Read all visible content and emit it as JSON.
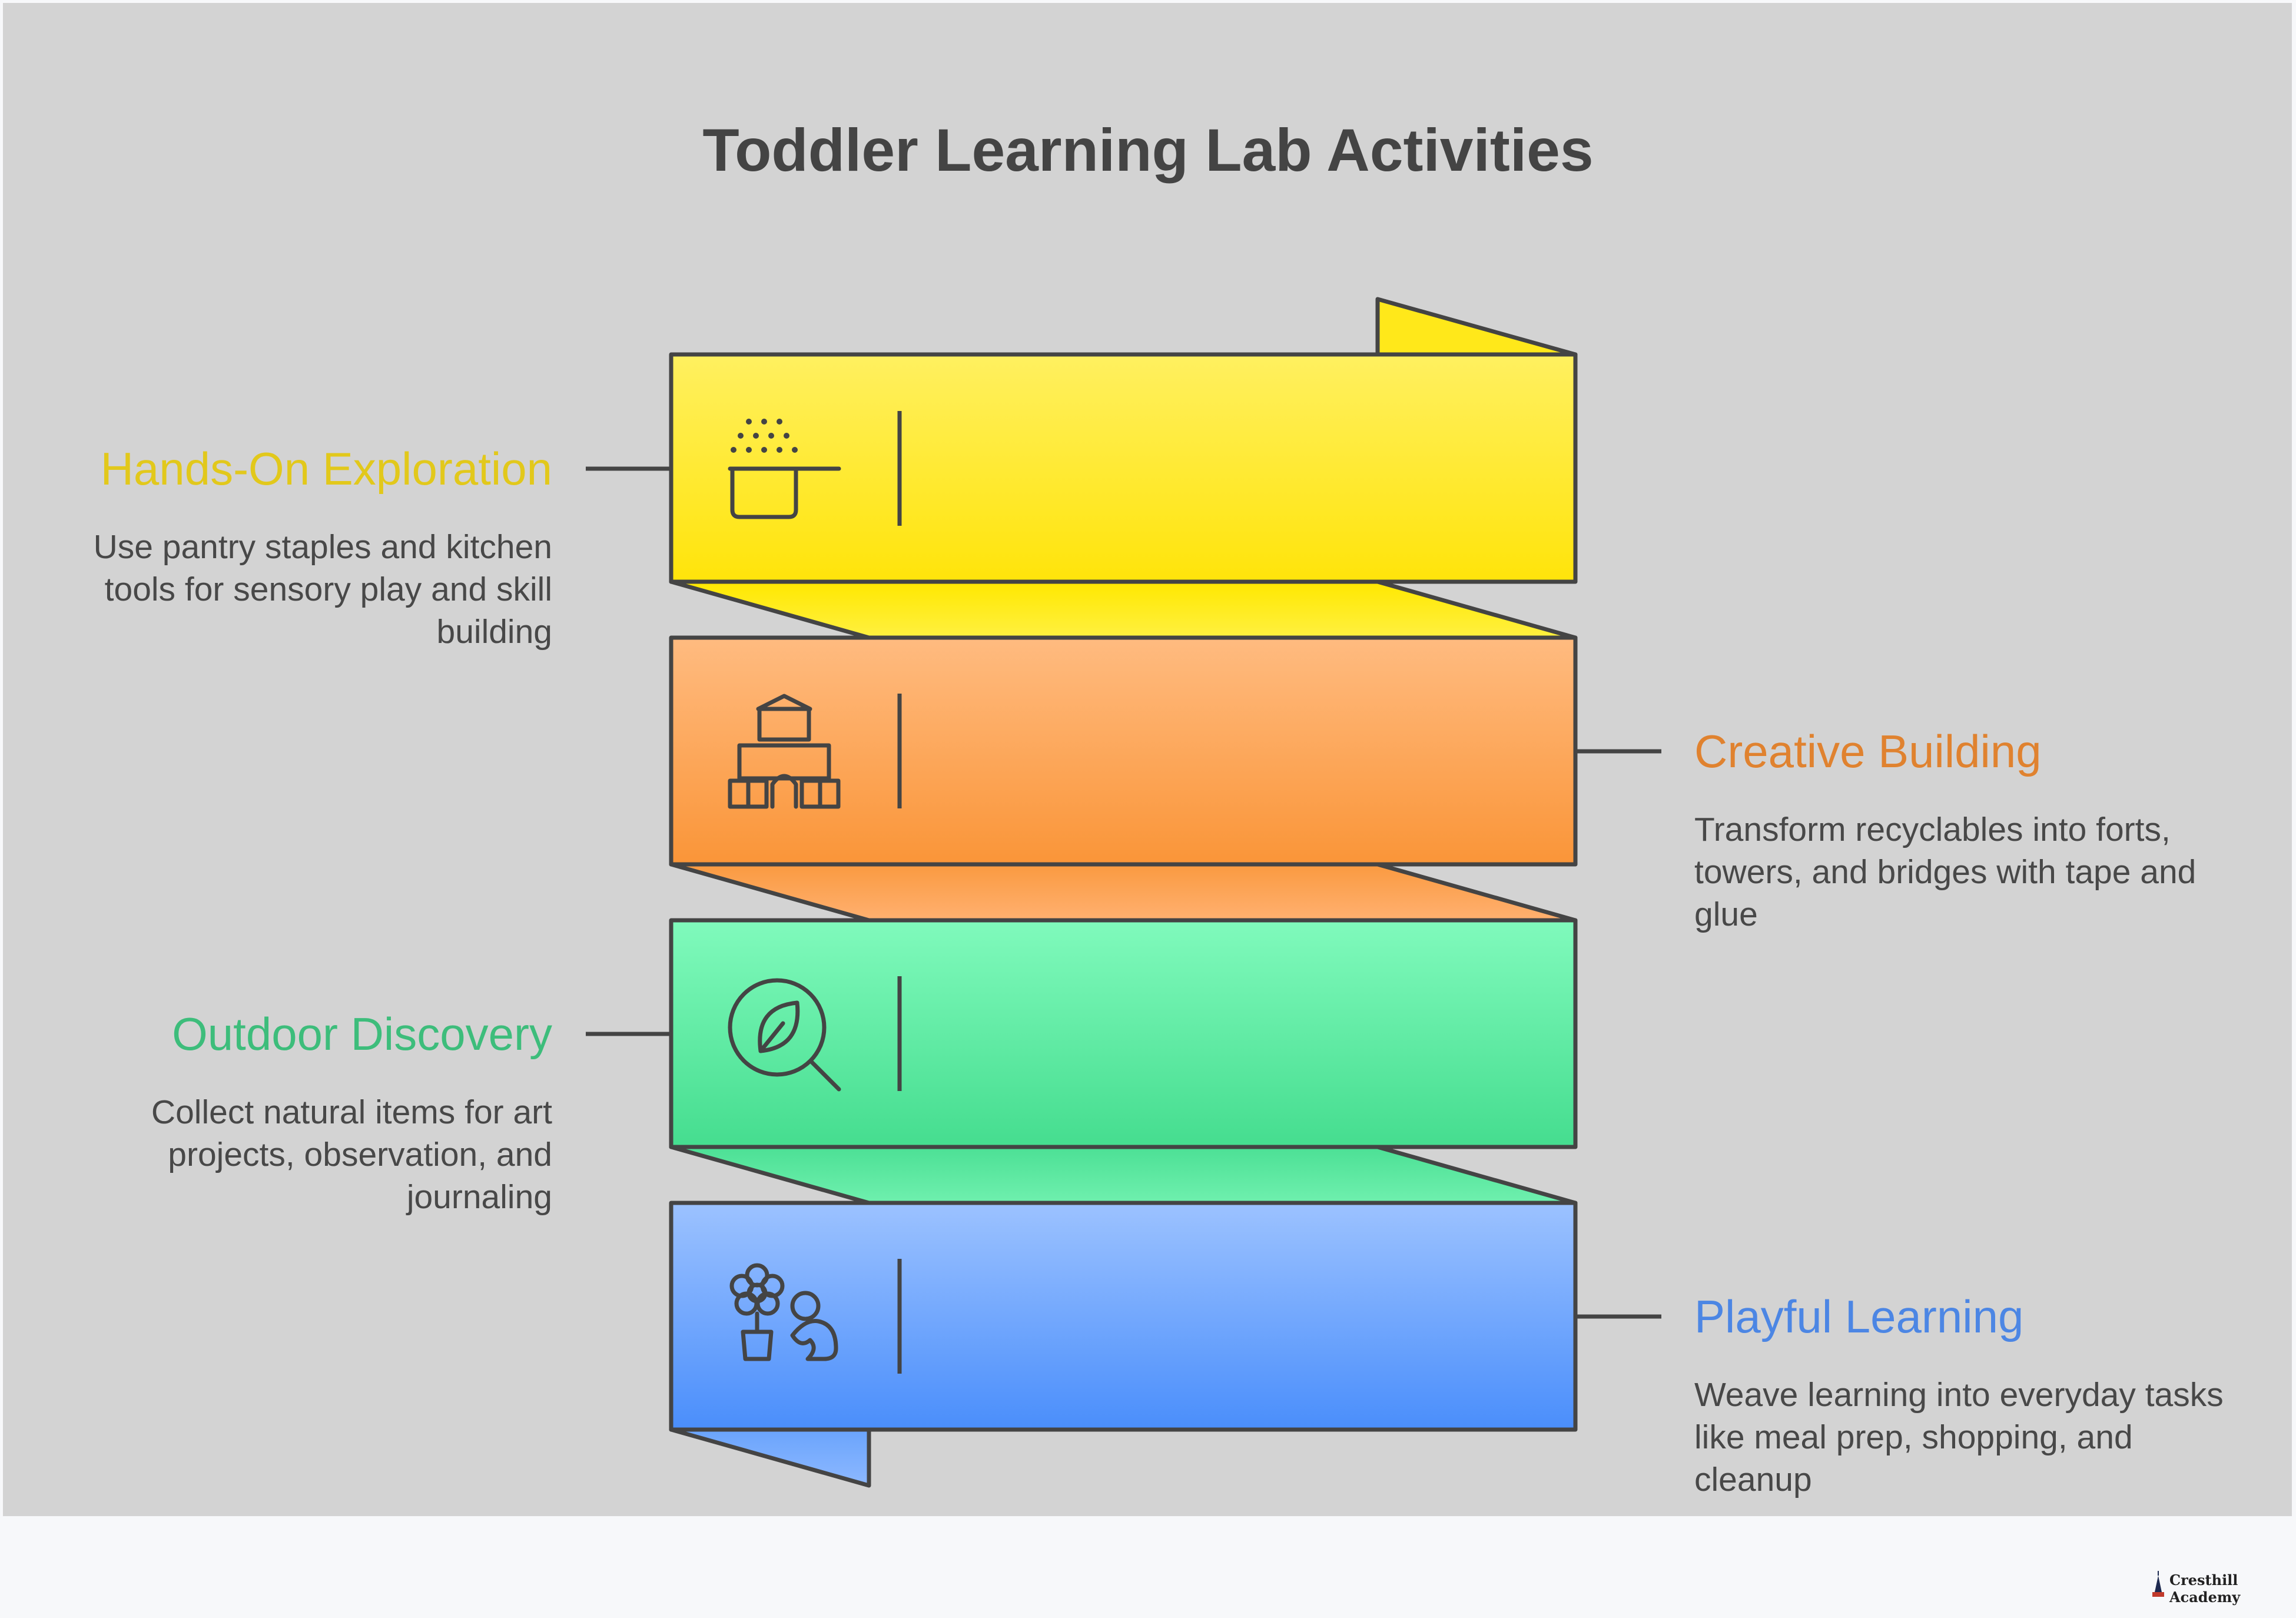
{
  "title": "Toddler Learning Lab Activities",
  "steps": [
    {
      "title": "Hands-On Exploration",
      "description": "Use pantry staples and kitchen tools for sensory play and skill building",
      "icon": "measuring-cup-icon",
      "side": "left",
      "color": "#FFE81A",
      "title_color": "#E2C81B"
    },
    {
      "title": "Creative Building",
      "description": "Transform recyclables into forts, towers, and bridges with tape and glue",
      "icon": "block-castle-icon",
      "side": "right",
      "color": "#FB9C45",
      "title_color": "#E0822F"
    },
    {
      "title": "Outdoor Discovery",
      "description": "Collect natural items for art projects, observation, and journaling",
      "icon": "leaf-magnifier-icon",
      "side": "left",
      "color": "#4FE096",
      "title_color": "#3DBD7B"
    },
    {
      "title": "Playful Learning",
      "description": "Weave learning into everyday tasks like meal prep, shopping, and cleanup",
      "icon": "child-flower-icon",
      "side": "right",
      "color": "#5698FC",
      "title_color": "#4C86E4"
    }
  ],
  "brand": {
    "name": "Cresthill Academy"
  }
}
